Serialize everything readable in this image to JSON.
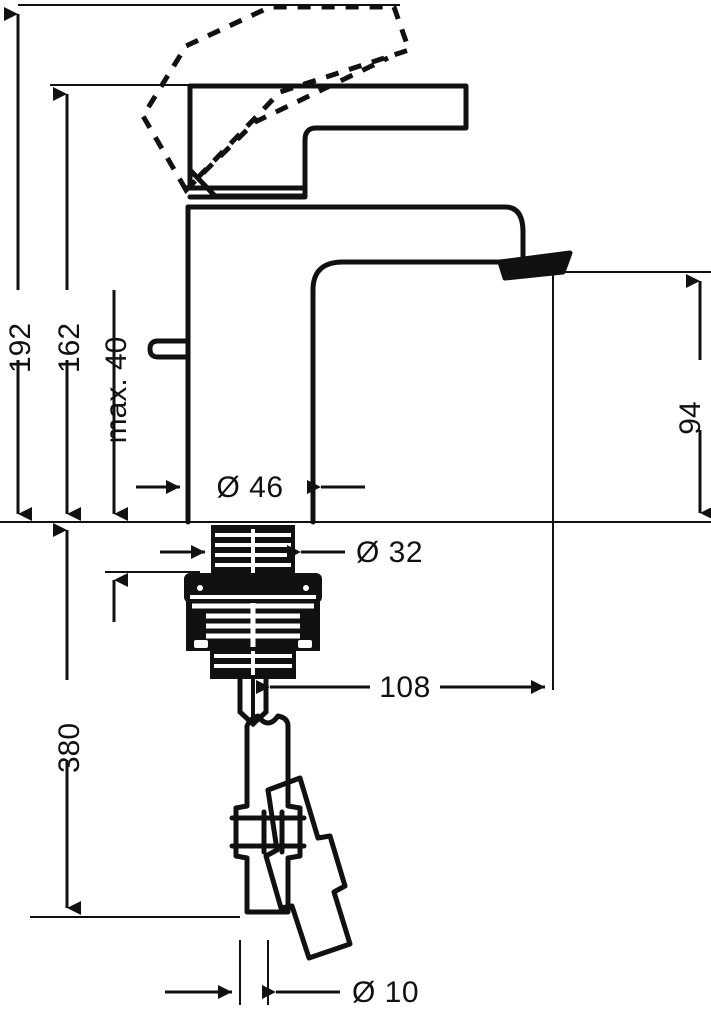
{
  "drawing": {
    "title": "Single lever basin mixer dimensional drawing",
    "units": "mm",
    "line_color": "#111111",
    "background": "#ffffff"
  },
  "dimensions": {
    "total_height": "192",
    "handle_height": "162",
    "max_deck_thickness": "max. 40",
    "spout_height": "94",
    "body_diameter": "Ø 46",
    "shank_diameter": "Ø 32",
    "spout_reach": "108",
    "hose_length": "380",
    "hose_diameter": "Ø 10"
  },
  "labels": [
    {
      "id": "h192",
      "text": "192",
      "orientation": "vertical",
      "note": "overall height to raised lever top"
    },
    {
      "id": "h162",
      "text": "162",
      "orientation": "vertical",
      "note": "height to lever top in closed position"
    },
    {
      "id": "max40",
      "text": "max. 40",
      "orientation": "vertical",
      "note": "maximum deck / basin thickness"
    },
    {
      "id": "h94",
      "text": "94",
      "orientation": "vertical",
      "note": "spout outlet height above deck"
    },
    {
      "id": "d46",
      "text": "Ø 46",
      "orientation": "horizontal",
      "note": "body diameter"
    },
    {
      "id": "d32",
      "text": "Ø 32",
      "orientation": "horizontal",
      "note": "threaded shank diameter"
    },
    {
      "id": "r108",
      "text": "108",
      "orientation": "horizontal",
      "note": "spout projection from body centre"
    },
    {
      "id": "h380",
      "text": "380",
      "orientation": "vertical",
      "note": "supply hose length"
    },
    {
      "id": "d10",
      "text": "Ø 10",
      "orientation": "horizontal",
      "note": "supply hose diameter"
    }
  ]
}
